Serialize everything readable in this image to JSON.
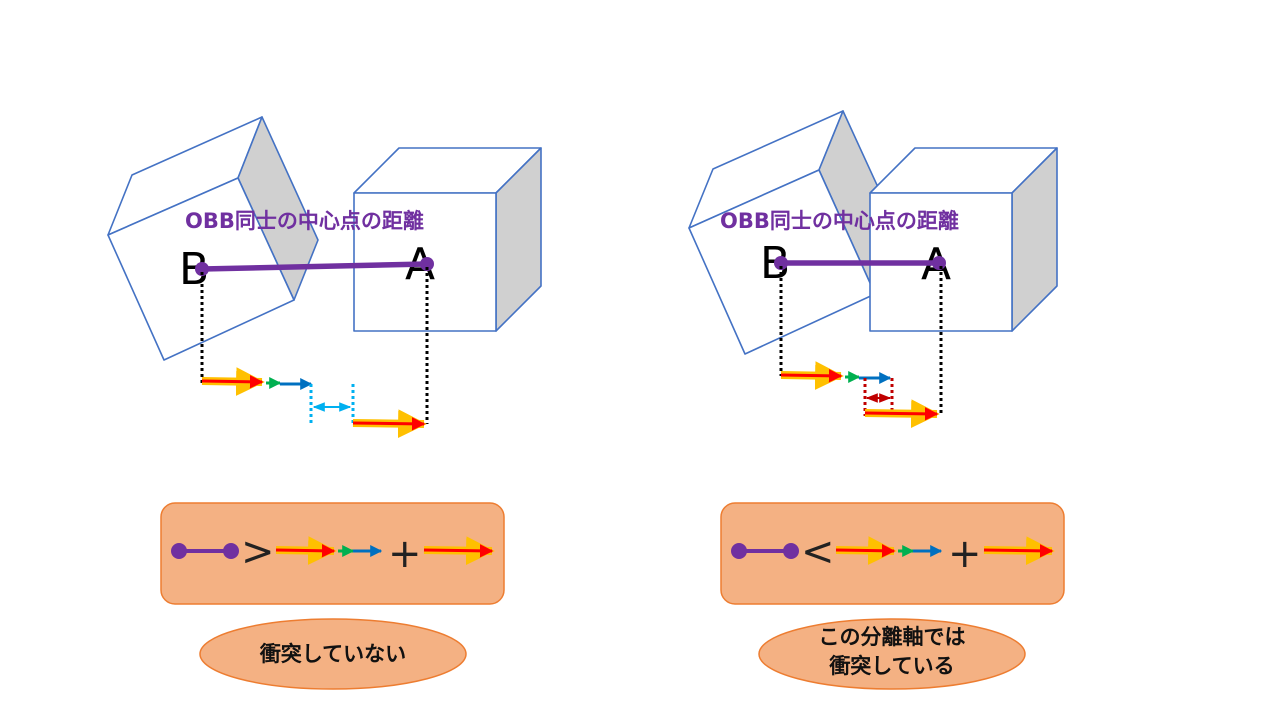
{
  "left_panel": {
    "title": "OBB同士の中心点の距離",
    "point_b": "B",
    "point_a": "A",
    "comparison_operator": ">",
    "plus": "+",
    "result_label": "衝突していない"
  },
  "right_panel": {
    "title": "OBB同士の中心点の距離",
    "point_b": "B",
    "point_a": "A",
    "comparison_operator": "<",
    "plus": "+",
    "result_label_line1": "この分離軸では",
    "result_label_line2": "衝突している"
  },
  "colors": {
    "cube_stroke": "#4472c4",
    "cube_shade": "#d0d0d0",
    "center_line": "#7030a0",
    "arrow_red": "#ff0000",
    "arrow_glow": "#ffc000",
    "arrow_green": "#00b050",
    "arrow_blue": "#0070c0",
    "gap_light_blue": "#00b0f0",
    "overlap_dark_red": "#c00000",
    "box_fill": "#f4b183",
    "box_stroke": "#ed7d31"
  }
}
